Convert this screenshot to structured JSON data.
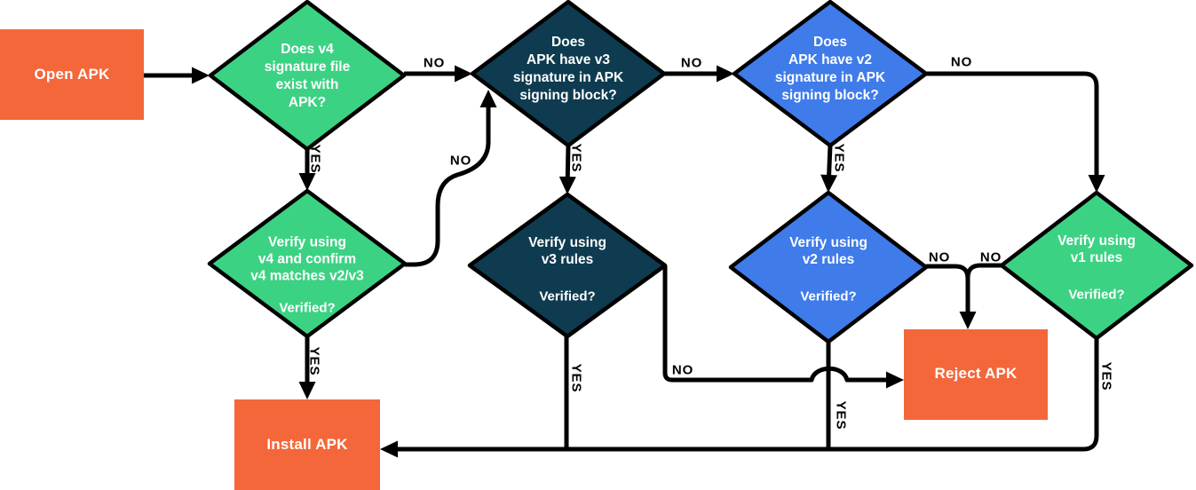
{
  "title": "APK signature verification flowchart",
  "colors": {
    "orange": "#F4673A",
    "green": "#3CD283",
    "navy": "#0E3B4F",
    "blue": "#3F7BE9",
    "line": "#000000",
    "node_text": "#FFFFFF",
    "edge_label_text": "#000000"
  },
  "nodes": {
    "open_apk": {
      "label": "Open APK"
    },
    "q_v4": {
      "label": "Does v4\nsignature file\nexist with\nAPK?"
    },
    "q_v3": {
      "label": "Does\nAPK have v3\nsignature in APK\nsigning block?"
    },
    "q_v2": {
      "label": "Does\nAPK have v2\nsignature in APK\nsigning block?"
    },
    "verify_v4": {
      "label": "Verify using\nv4 and confirm\nv4 matches v2/v3",
      "question": "Verified?"
    },
    "verify_v3": {
      "label": "Verify using\nv3 rules",
      "question": "Verified?"
    },
    "verify_v2": {
      "label": "Verify using\nv2 rules",
      "question": "Verified?"
    },
    "verify_v1": {
      "label": "Verify using\nv1 rules",
      "question": "Verified?"
    },
    "reject_apk": {
      "label": "Reject APK"
    },
    "install_apk": {
      "label": "Install APK"
    }
  },
  "edge_labels": {
    "q_v4_no": "NO",
    "q_v4_yes": "YES",
    "q_v3_no": "NO",
    "q_v3_yes": "YES",
    "q_v2_no": "NO",
    "q_v2_yes": "YES",
    "verify_v4_no": "NO",
    "verify_v4_yes": "YES",
    "verify_v3_no": "NO",
    "verify_v3_yes": "YES",
    "verify_v2_no": "NO",
    "verify_v2_yes": "YES",
    "verify_v1_no": "NO",
    "verify_v1_yes": "YES"
  }
}
